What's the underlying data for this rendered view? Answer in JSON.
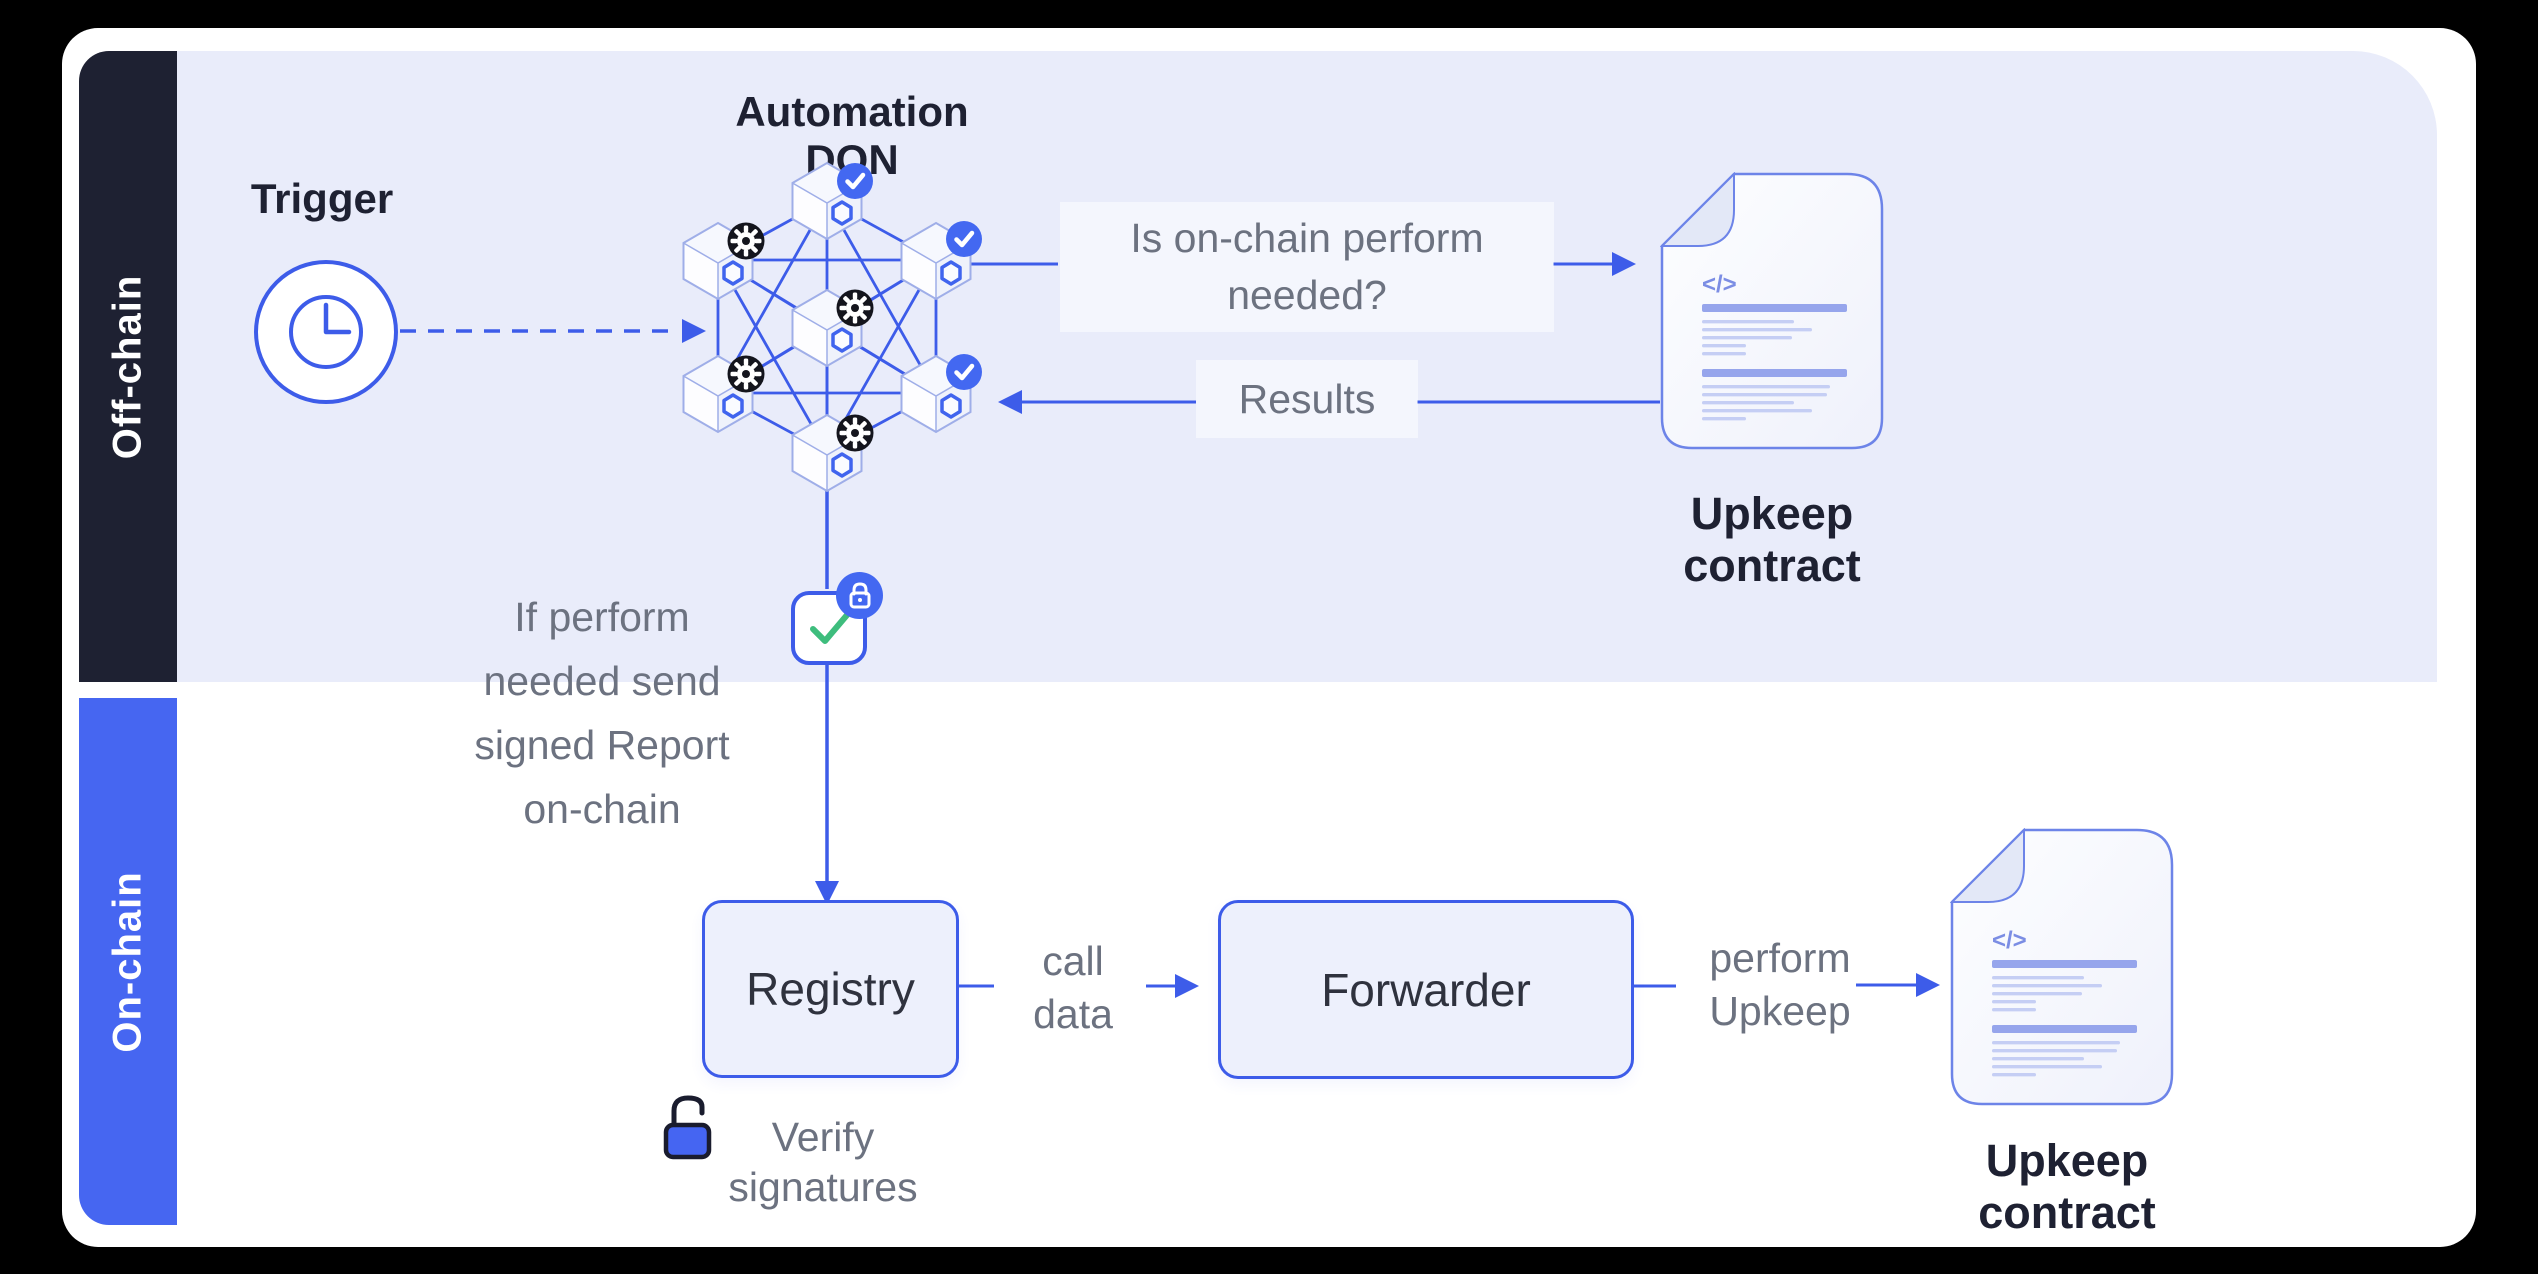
{
  "colors": {
    "accent_blue": "#3D5CE9",
    "sidebar_dark": "#1E2132",
    "sidebar_blue": "#4666F1",
    "band_lavender": "#E9ECFA",
    "gray_text": "#6C7280",
    "dark_text": "#1E2132",
    "green_check": "#3EBD7D",
    "badge_blue": "#4368F1",
    "badge_black": "#14151D",
    "doc_bar": "#96A5EC"
  },
  "sidebar": {
    "off_chain": "Off-chain",
    "on_chain": "On-chain"
  },
  "off_chain": {
    "don_title": "Automation DON",
    "trigger_label": "Trigger",
    "question": {
      "lines": [
        "Is on-chain perform",
        "needed?"
      ]
    },
    "results_label": "Results",
    "upkeep_contract_label": "Upkeep contract"
  },
  "report_note": {
    "lines": [
      "If perform",
      "needed send",
      "signed Report",
      "on-chain"
    ]
  },
  "on_chain": {
    "registry_label": "Registry",
    "call_data": {
      "lines": [
        "call",
        "data"
      ]
    },
    "forwarder_label": "Forwarder",
    "perform_upkeep": {
      "lines": [
        "perform",
        "Upkeep"
      ]
    },
    "upkeep_contract_label": "Upkeep contract",
    "verify": {
      "lines": [
        "Verify",
        "signatures"
      ]
    }
  },
  "document": {
    "code_glyph": "</>"
  }
}
